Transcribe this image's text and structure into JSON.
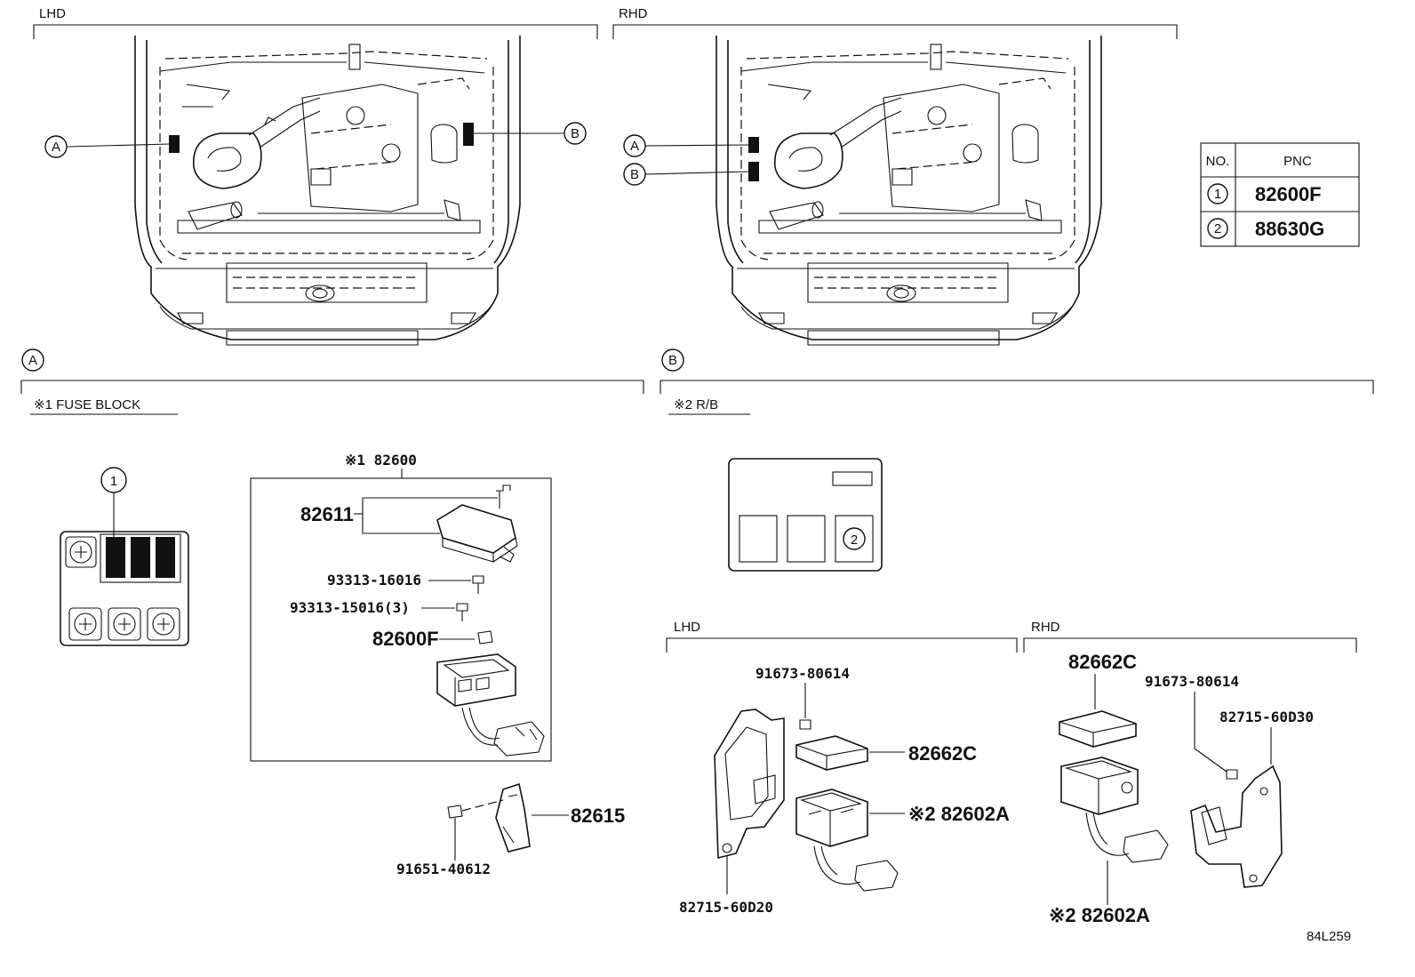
{
  "figure_code": "84L259",
  "sections": {
    "top_left": "LHD",
    "top_right": "RHD",
    "bottom_left_lhd": "LHD",
    "bottom_right_rhd": "RHD"
  },
  "callouts": {
    "a": "A",
    "b": "B",
    "one": "1",
    "two": "2"
  },
  "detail_a": {
    "marker": "A",
    "note": "※1 FUSE BLOCK",
    "assembly": "※1 82600",
    "parts": {
      "p82611": "82611",
      "p93313_16016": "93313-16016",
      "p93313_15016": "93313-15016(3)",
      "p82600f": "82600F",
      "p82615": "82615",
      "p91651": "91651-40612"
    }
  },
  "detail_b": {
    "marker": "B",
    "note": "※2 R/B",
    "lhd_parts": {
      "p91673": "91673-80614",
      "p82662c": "82662C",
      "p82602a": "※2 82602A",
      "p82715": "82715-60D20"
    },
    "rhd_parts": {
      "p82662c": "82662C",
      "p91673": "91673-80614",
      "p82715": "82715-60D30",
      "p82602a": "※2 82602A"
    }
  },
  "pnc_table": {
    "headers": [
      "NO.",
      "PNC"
    ],
    "rows": [
      {
        "no": "1",
        "pnc": "82600F"
      },
      {
        "no": "2",
        "pnc": "88630G"
      }
    ]
  }
}
